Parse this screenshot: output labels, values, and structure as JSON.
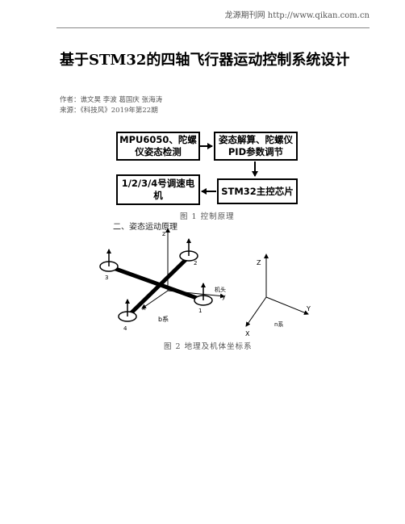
{
  "site": {
    "header": "龙源期刊网 http://www.qikan.com.cn"
  },
  "article": {
    "title": "基于STM32的四轴飞行器运动控制系统设计",
    "authors_label": "作者：",
    "authors": "谯文昊 李波 葛国庆 张海涛",
    "source_label": "来源：",
    "source": "《科技风》2019年第22期"
  },
  "figure1": {
    "boxes": {
      "sensor": "MPU6050、陀螺仪姿态检测",
      "pid": "姿态解算、陀螺仪PID参数调节",
      "mcu": "STM32主控芯片",
      "motor": "1/2/3/4号调速电机"
    },
    "caption": "图 1 控制原理"
  },
  "section": {
    "heading": "二、姿态运动原理"
  },
  "figure2": {
    "labels": {
      "rotor1": "1",
      "rotor2": "2",
      "rotor3": "3",
      "rotor4": "4",
      "b_z": "z",
      "b_x": "x",
      "b_y": "y",
      "head": "机头",
      "b_frame": "b系",
      "n_z": "Z",
      "n_y": "Y",
      "n_x": "X",
      "n_frame": "n系"
    },
    "caption": "图 2 地理及机体坐标系"
  }
}
